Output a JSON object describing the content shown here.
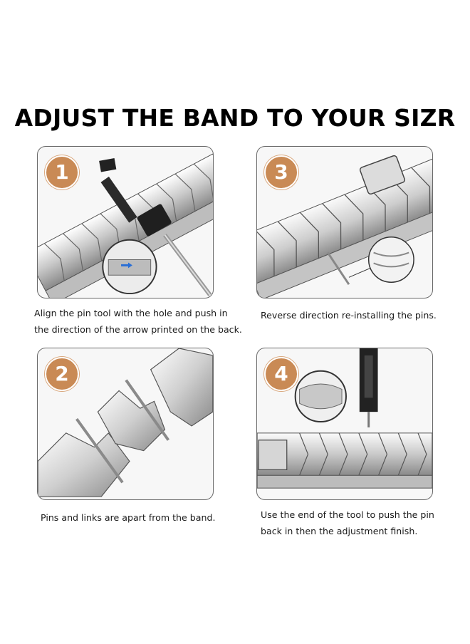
{
  "title": "ADJUST THE BAND TO YOUR SIZR",
  "steps": [
    {
      "number": "1",
      "caption_line1": "Align the pin tool with the hole and push in",
      "caption_line2": "the direction of the arrow printed on the back."
    },
    {
      "number": "3",
      "caption_line1": "Reverse direction re-installing the pins.",
      "caption_line2": ""
    },
    {
      "number": "2",
      "caption_line1": "Pins and links are apart from the band.",
      "caption_line2": ""
    },
    {
      "number": "4",
      "caption_line1": "Use the end of the tool to push the pin",
      "caption_line2": "back in then the adjustment finish."
    }
  ],
  "colors": {
    "badge": "#c98a55",
    "panel_border": "#6a6a6a",
    "metal_light": "#e8e8e8",
    "metal_dark": "#7d7d7d"
  },
  "icons": [
    "pin-tool-icon",
    "watch-band-icon",
    "pin-icon",
    "arrow-icon"
  ]
}
